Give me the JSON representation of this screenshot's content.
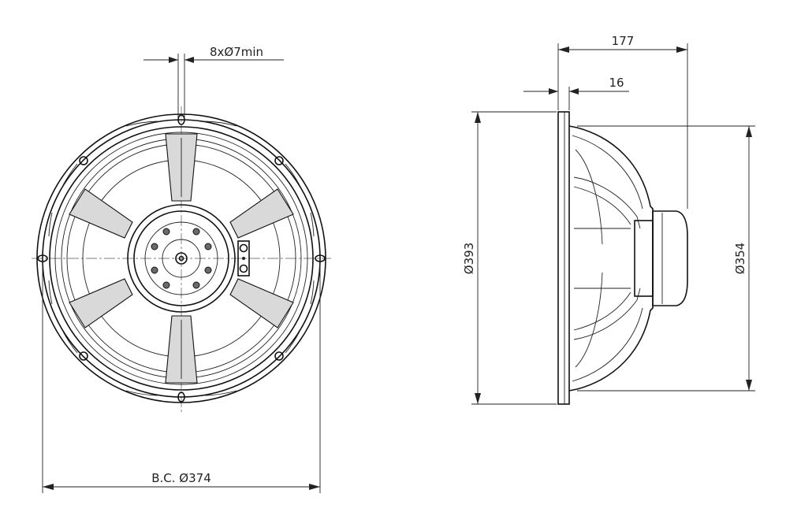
{
  "drawing": {
    "front_view": {
      "hole_note": "8xØ7min",
      "bolt_circle": "B.C. Ø374"
    },
    "side_view": {
      "overall_depth": "177",
      "flange_thickness": "16",
      "flange_diameter": "Ø393",
      "body_diameter": "Ø354"
    }
  }
}
